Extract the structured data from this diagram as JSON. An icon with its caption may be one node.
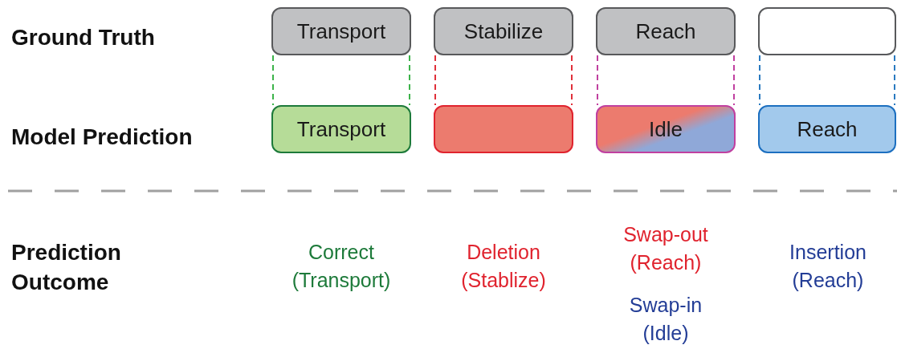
{
  "diagram": {
    "nodes": [
      {
        "text": [
          "Transport"
        ]
      },
      {
        "text": [
          "Stabilize"
        ]
      },
      {
        "text": [
          "Reach"
        ]
      },
      {
        "text": [],
        "shape": "box"
      },
      {
        "text": [
          "Transport"
        ]
      },
      {
        "text": [],
        "shape": "box"
      },
      {
        "text": [
          "Idle"
        ]
      },
      {
        "text": [
          "Reach"
        ]
      }
    ],
    "edges": [
      {
        "from": 0,
        "to": 4,
        "arrow": "none",
        "style": "dashed",
        "color": "#3cb34a"
      },
      {
        "from": 0,
        "to": 4,
        "arrow": "none",
        "style": "dashed",
        "color": "#3cb34a"
      },
      {
        "from": 1,
        "to": 5,
        "arrow": "none",
        "style": "dashed",
        "color": "#e0303a"
      },
      {
        "from": 1,
        "to": 5,
        "arrow": "none",
        "style": "dashed",
        "color": "#e0303a"
      },
      {
        "from": 2,
        "to": 6,
        "arrow": "none",
        "style": "dashed",
        "color": "#c040a0"
      },
      {
        "from": 2,
        "to": 6,
        "arrow": "none",
        "style": "dashed",
        "color": "#c040a0"
      },
      {
        "from": 3,
        "to": 7,
        "arrow": "none",
        "style": "dashed",
        "color": "#2a7ac0"
      },
      {
        "from": 3,
        "to": 7,
        "arrow": "none",
        "style": "dashed",
        "color": "#2a7ac0"
      }
    ],
    "labels": [
      "Ground Truth",
      "Model Prediction",
      "Prediction Outcome",
      "Correct (Transport)",
      "Deletion (Stablize)",
      "Swap-out (Reach)",
      "Swap-in (Idle)",
      "Insertion (Reach)"
    ]
  }
}
